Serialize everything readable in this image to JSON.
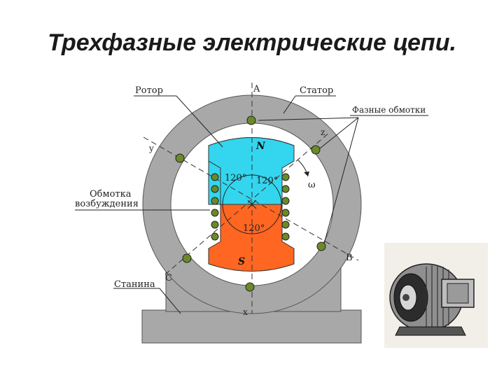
{
  "title": "Трехфазные электрические цепи.",
  "labels": {
    "rotor": "Ротор",
    "stator": "Статор",
    "phase_windings": "Фазные обмотки",
    "excitation_line1": "Обмотка",
    "excitation_line2": "возбуждения",
    "frame": "Станина",
    "pole_north": "N",
    "pole_south": "S",
    "omega": "ω",
    "angle_1": "120°",
    "angle_2": "120°",
    "angle_3": "120°",
    "phase_A": "A",
    "phase_B": "B",
    "phase_C": "C",
    "phase_x": "x",
    "phase_y": "y",
    "phase_z": "z"
  },
  "colors": {
    "stator": "#a8a8a8",
    "rotor_north": "#33d6ee",
    "rotor_south": "#ff6622",
    "coil": "#6a8a2a"
  }
}
